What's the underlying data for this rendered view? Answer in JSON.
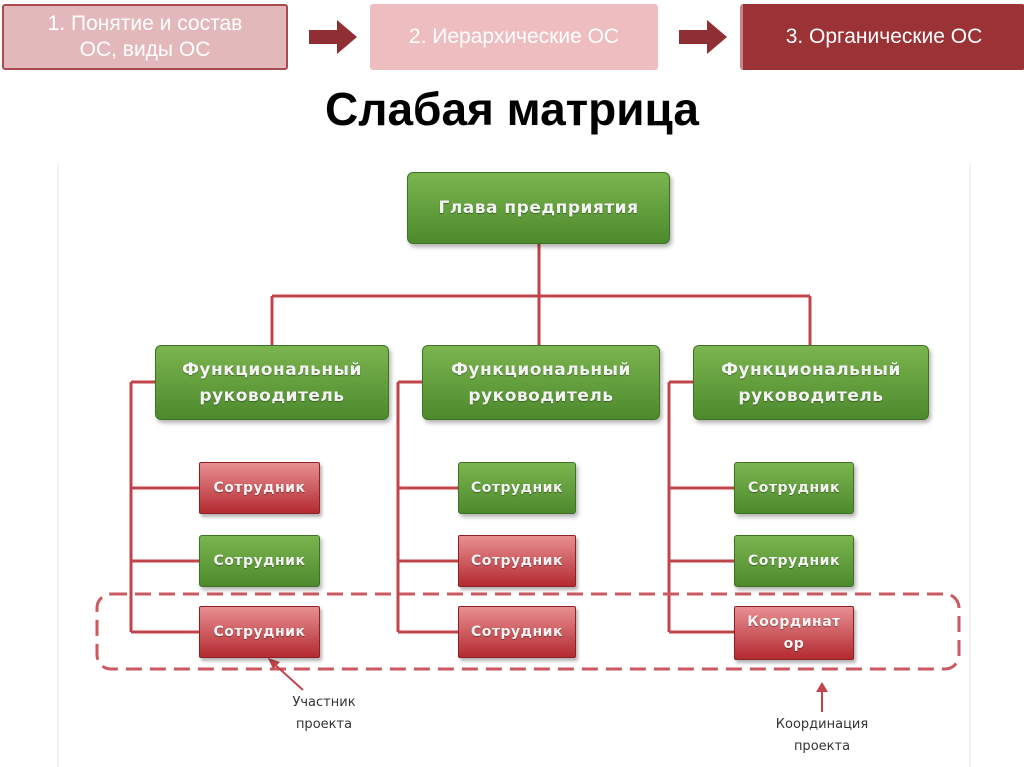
{
  "tabs": [
    {
      "line1": "1. Понятие и состав",
      "line2": "ОС, виды ОС"
    },
    {
      "label": "2. Иерархические ОС"
    },
    {
      "label": "3. Органические ОС"
    }
  ],
  "title": "Слабая матрица",
  "diagram": {
    "head": "Глава предприятия",
    "columns": [
      {
        "manager": {
          "line1": "Функциональный",
          "line2": "руководитель"
        },
        "employees": [
          {
            "text": "Сотрудник",
            "color": "red"
          },
          {
            "text": "Сотрудник",
            "color": "green"
          },
          {
            "text": "Сотрудник",
            "color": "red"
          }
        ]
      },
      {
        "manager": {
          "line1": "Функциональный",
          "line2": "руководитель"
        },
        "employees": [
          {
            "text": "Сотрудник",
            "color": "green"
          },
          {
            "text": "Сотрудник",
            "color": "red"
          },
          {
            "text": "Сотрудник",
            "color": "red"
          }
        ]
      },
      {
        "manager": {
          "line1": "Функциональный",
          "line2": "руководитель"
        },
        "employees": [
          {
            "text": "Сотрудник",
            "color": "green"
          },
          {
            "text": "Сотрудник",
            "color": "green"
          },
          {
            "text1": "Координат",
            "text2": "ор",
            "color": "red"
          }
        ]
      }
    ],
    "notes": [
      {
        "line1": "Участник",
        "line2": "проекта"
      },
      {
        "line1": "Координация",
        "line2": "проекта"
      }
    ]
  },
  "colors": {
    "connector": "#c0454b",
    "dashed_frame": "#c85a60",
    "tab_arrow": "#8f2f33",
    "green": "#5e9a3a",
    "red": "#c0393f"
  }
}
